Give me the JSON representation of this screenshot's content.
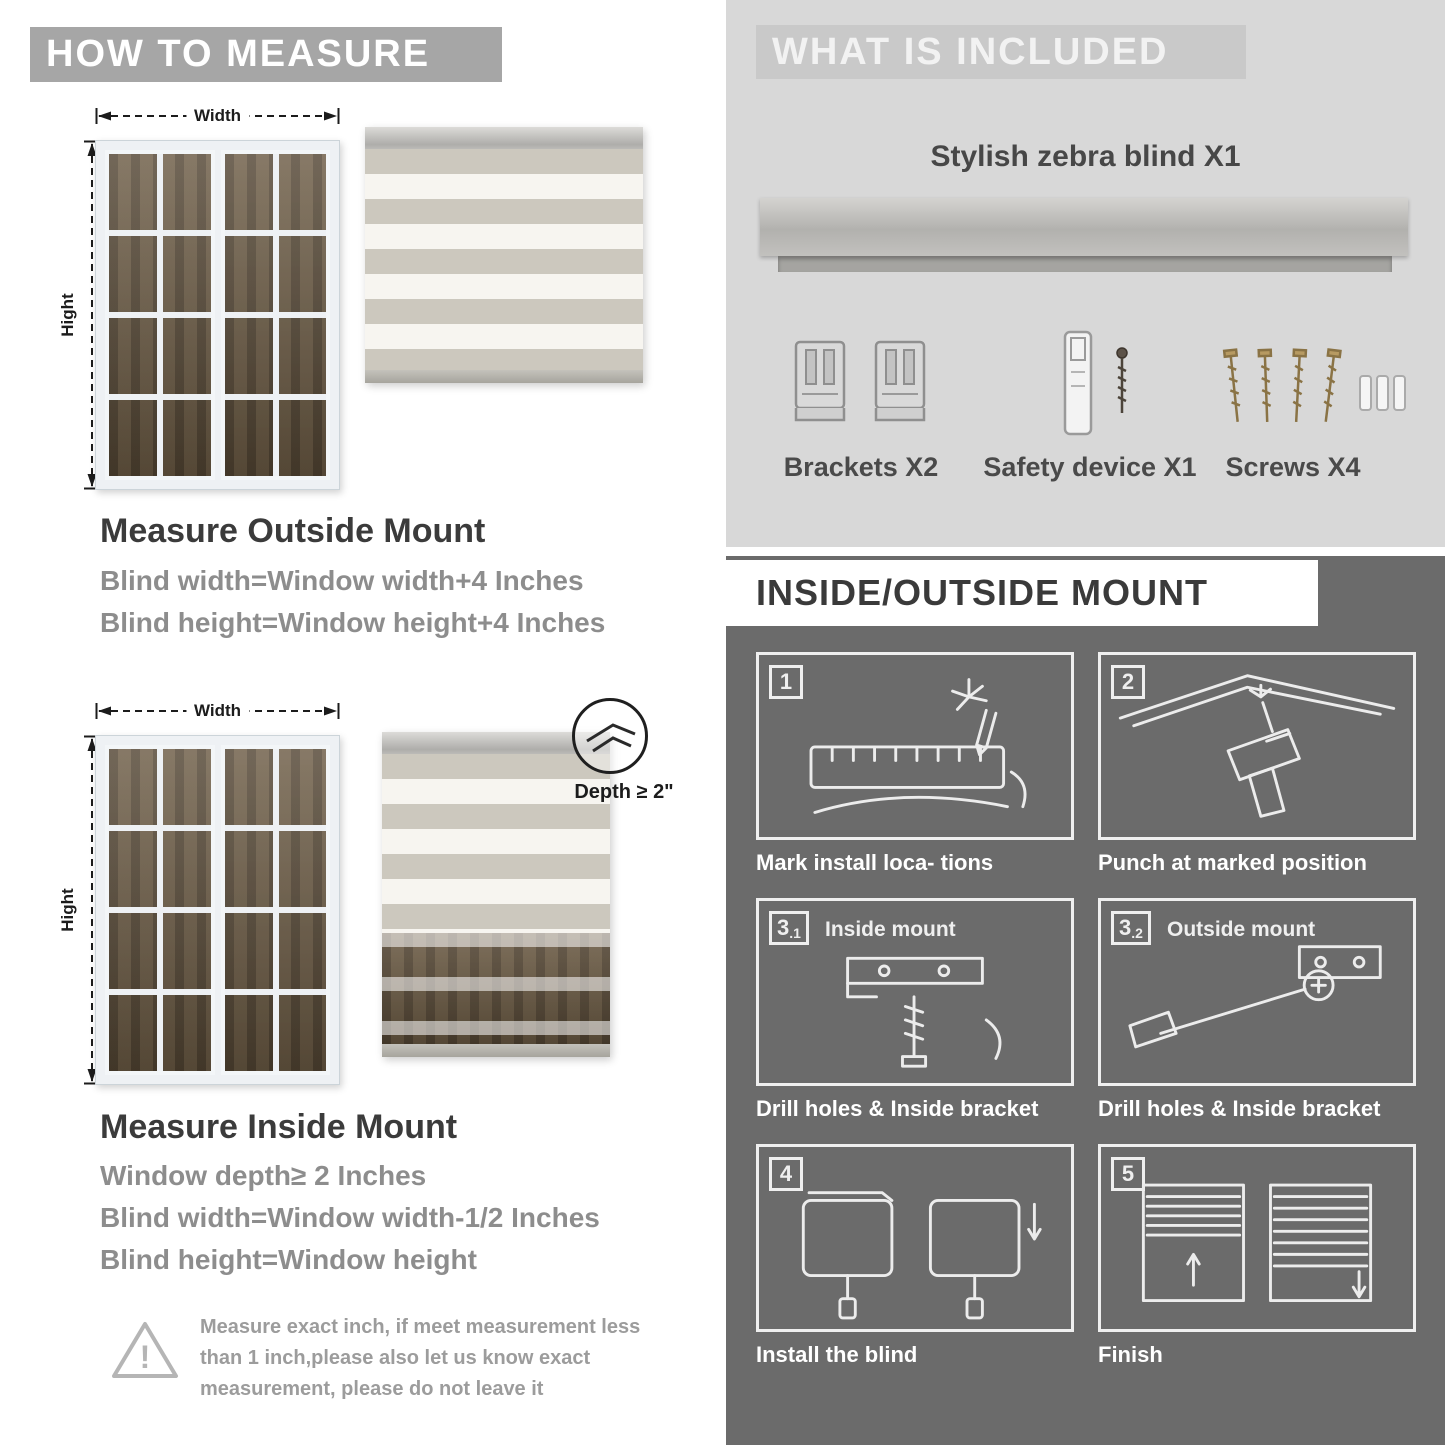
{
  "left": {
    "header": "HOW TO MEASURE",
    "outside": {
      "width_label": "Width",
      "height_label": "Hight",
      "title": "Measure Outside Mount",
      "lines": [
        "Blind width=Window width+4 Inches",
        "Blind height=Window height+4 Inches"
      ]
    },
    "inside": {
      "width_label": "Width",
      "height_label": "Hight",
      "depth_label": "Depth ≥ 2\"",
      "title": "Measure Inside Mount",
      "lines": [
        "Window depth≥ 2 Inches",
        "Blind width=Window width-1/2 Inches",
        "Blind height=Window height"
      ]
    },
    "warning": {
      "mark": "!",
      "text": "Measure exact inch, if meet measurement less than 1 inch,please also let us know exact measurement, please do not leave it"
    }
  },
  "right": {
    "included": {
      "header": "WHAT IS INCLUDED",
      "product": "Stylish zebra blind X1",
      "items": [
        {
          "label": "Brackets X2",
          "icon": "bracket-icon"
        },
        {
          "label": "Safety device X1",
          "icon": "safety-device-icon"
        },
        {
          "label": "Screws X4",
          "icon": "screws-icon"
        }
      ]
    },
    "mount": {
      "header": "INSIDE/OUTSIDE MOUNT",
      "steps": [
        {
          "num": "1",
          "sub": "",
          "title": "",
          "caption": "Mark install loca- tions"
        },
        {
          "num": "2",
          "sub": "",
          "title": "",
          "caption": "Punch at  marked position"
        },
        {
          "num": "3",
          "sub": ".1",
          "title": "Inside mount",
          "caption": "Drill holes &  Inside bracket"
        },
        {
          "num": "3",
          "sub": ".2",
          "title": "Outside mount",
          "caption": "Drill holes &  Inside bracket"
        },
        {
          "num": "4",
          "sub": "",
          "title": "",
          "caption": "Install the blind"
        },
        {
          "num": "5",
          "sub": "",
          "title": "",
          "caption": "Finish"
        }
      ]
    }
  },
  "colors": {
    "header_gray": "#a6a6a6",
    "light_gray_bg": "#d8d8d8",
    "dark_gray_bg": "#6b6b6b",
    "text_dark": "#3b3b3b",
    "text_gray": "#8d8d8d"
  }
}
